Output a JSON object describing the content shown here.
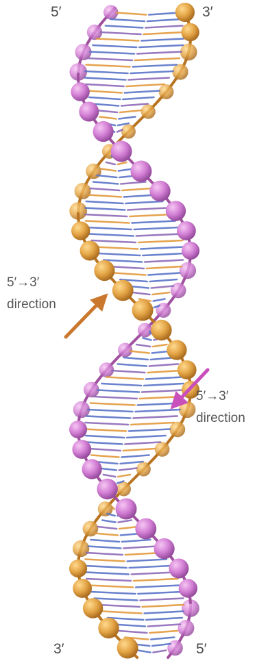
{
  "labels": {
    "top_left": "5′",
    "top_right": "3′",
    "bottom_left": "3′",
    "bottom_right": "5′",
    "left_direction": {
      "line1": "5′→3′",
      "line2": "direction"
    },
    "right_direction": {
      "line1": "5′→3′",
      "line2": "direction"
    }
  },
  "colors": {
    "strand_orange": "#e0a040",
    "strand_orange_dark": "#b87320",
    "strand_pink": "#d07ad2",
    "strand_pink_dark": "#a0509f",
    "base_blue": "#5a74c8",
    "base_purple": "#8d6ab8",
    "base_orange": "#e39a3c",
    "arrow_orange": "#c9782e",
    "arrow_pink": "#c94fba",
    "text": "#4a4a4a"
  },
  "strands": [
    {
      "name": "orange-strand",
      "color_key": "strand_orange"
    },
    {
      "name": "pink-strand",
      "color_key": "strand_pink"
    }
  ]
}
